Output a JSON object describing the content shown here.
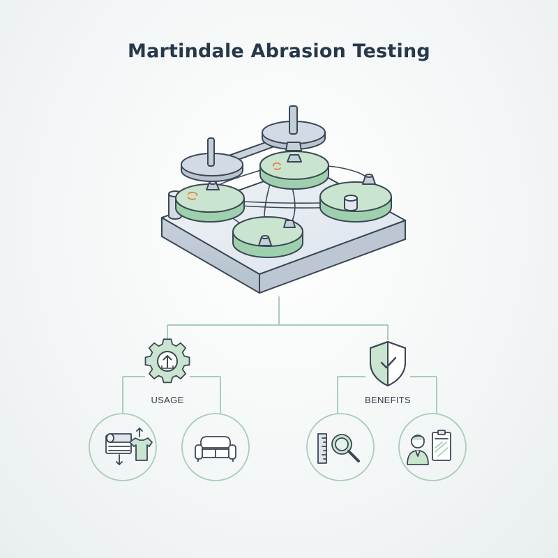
{
  "title": "Martindale Abrasion Testing",
  "branches": {
    "usage": {
      "label": "USAGE",
      "icon": "gear-arrow-icon",
      "children": [
        "textile-garment-icon",
        "sofa-icon"
      ]
    },
    "benefits": {
      "label": "BENEFITS",
      "icon": "shield-check-icon",
      "children": [
        "ruler-magnifier-icon",
        "inspector-clipboard-icon"
      ]
    }
  },
  "colors": {
    "title": "#27384a",
    "line": "#a9cdb6",
    "stroke": "#3b4754",
    "green": "#c9e4cf",
    "steel": "#c5cfda",
    "accent": "#e9823f"
  }
}
